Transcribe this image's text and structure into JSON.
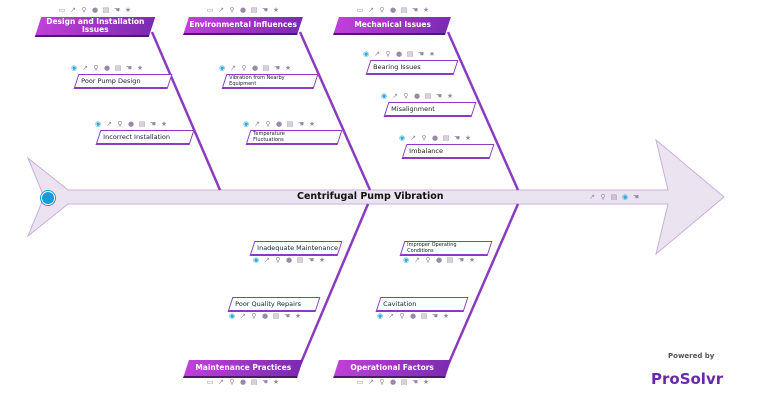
{
  "problem": "Centrifugal Pump Vibration",
  "categories": {
    "design": "Design and Installation Issues",
    "environment": "Environmental Influences",
    "mechanical": "Mechanical Issues",
    "maintenance": "Maintenance Practices",
    "operational": "Operational Factors"
  },
  "causes": {
    "poor_pump_design": "Poor Pump Design",
    "incorrect_installation": "Incorrect Installation",
    "vibration_nearby": "Vibration from Nearby Equipment",
    "temperature": "Temperature Fluctuations",
    "bearing": "Bearing Issues",
    "misalignment": "Misalignment",
    "imbalance": "Imbalance",
    "inadequate_maintenance": "Inadequate Maintenance",
    "poor_repairs": "Poor Quality Repairs",
    "improper_conditions": "Improper Operating Conditions",
    "cavitation": "Cavitation"
  },
  "branding": {
    "powered_by": "Powered by",
    "name": "ProSolvr"
  },
  "colors": {
    "accent": "#8a3cc0",
    "spine": "#e8dced",
    "icon": "#9a8aa8",
    "eye": "#2aa8d8"
  },
  "icon_names": [
    "eye-icon",
    "external-link-icon",
    "bulb-icon",
    "person-icon",
    "document-icon",
    "hand-icon",
    "star-icon"
  ]
}
